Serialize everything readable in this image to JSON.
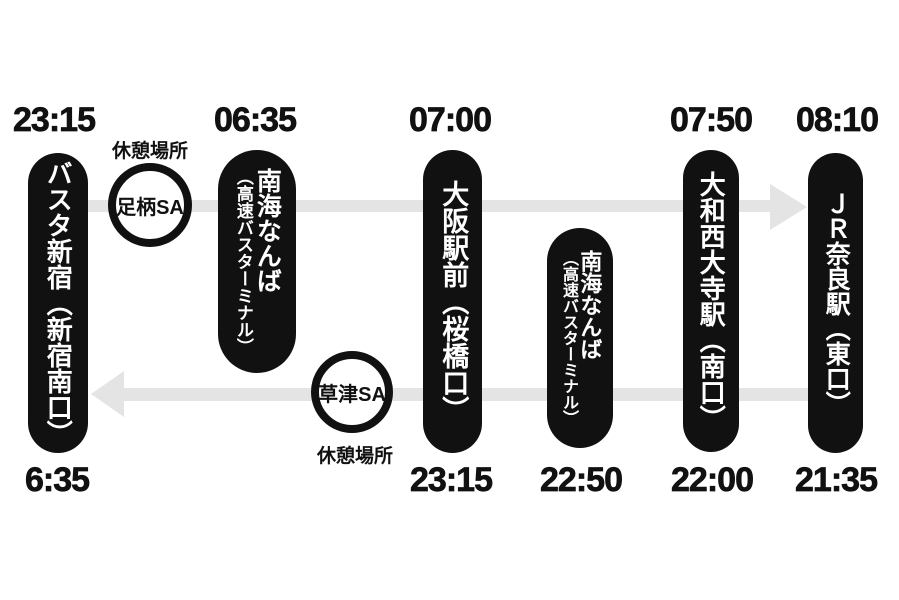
{
  "diagram": {
    "type": "bus-route-timetable",
    "colors": {
      "background": "#ffffff",
      "pill": "#111111",
      "pill_text": "#ffffff",
      "arrow": "#e4e4e4",
      "text": "#111111"
    },
    "stations": [
      {
        "id": "busta-shinjuku",
        "name": "バスタ新宿（新宿南口）",
        "sub": "",
        "time_top": "23:15",
        "time_bottom": "6:35"
      },
      {
        "id": "nankai-namba-out",
        "name": "南海なんば",
        "sub": "（高速バスターミナル）",
        "time_top": "06:35",
        "time_bottom": ""
      },
      {
        "id": "osaka-ekimae",
        "name": "大阪駅前（桜橋口）",
        "sub": "",
        "time_top": "07:00",
        "time_bottom": "23:15"
      },
      {
        "id": "nankai-namba-return",
        "name": "南海なんば",
        "sub": "（高速バスターミナル）",
        "time_top": "",
        "time_bottom": "22:50"
      },
      {
        "id": "yamato-saidaiji",
        "name": "大和西大寺駅（南口）",
        "sub": "",
        "time_top": "07:50",
        "time_bottom": "22:00"
      },
      {
        "id": "jr-nara",
        "name": "ＪＲ奈良駅（東口）",
        "sub": "",
        "time_top": "08:10",
        "time_bottom": "21:35"
      }
    ],
    "rest_stops": [
      {
        "id": "ashigara-sa",
        "name": "足柄SA",
        "label": "休憩場所"
      },
      {
        "id": "kusatsu-sa",
        "name": "草津SA",
        "label": "休憩場所"
      }
    ],
    "arrows": [
      {
        "id": "outbound",
        "direction": "right"
      },
      {
        "id": "return",
        "direction": "left"
      }
    ]
  }
}
